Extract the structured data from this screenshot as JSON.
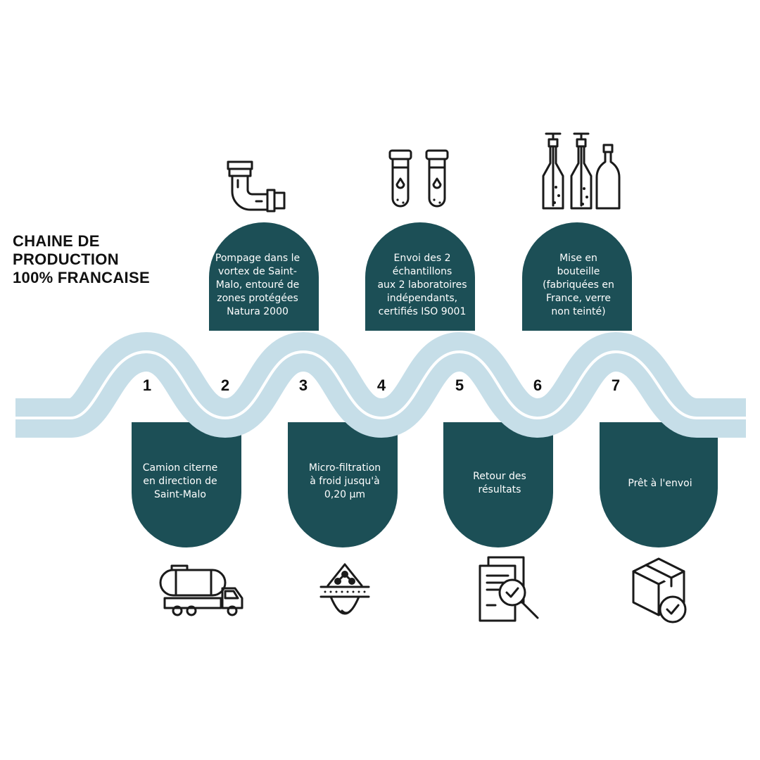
{
  "title_lines": [
    "CHAINE DE",
    "PRODUCTION",
    "100% FRANCAISE"
  ],
  "colors": {
    "accent": "#1c4f56",
    "river": "#c6dee8",
    "line": "#ffffff",
    "icon": "#1a1a1a",
    "icon_accent": "#e5e5e5"
  },
  "steps": [
    {
      "number": "1",
      "lines": [
        "Camion citerne",
        "en direction de",
        "Saint-Malo"
      ],
      "icon": "tanker-truck-icon"
    },
    {
      "number": "2",
      "lines": [
        "Pompage dans le",
        "vortex de Saint-",
        "Malo, entouré de",
        "zones protégées",
        "Natura 2000"
      ],
      "icon": "pipe-icon"
    },
    {
      "number": "3",
      "lines": [
        "Micro-filtration",
        "à froid jusqu'à",
        "0,20 µm"
      ],
      "icon": "filtration-drop-icon"
    },
    {
      "number": "4",
      "lines": [
        "Envoi des 2",
        "échantillons",
        "aux 2 laboratoires",
        "indépendants,",
        "certifiés ISO 9001"
      ],
      "icon": "test-tubes-icon"
    },
    {
      "number": "5",
      "lines": [
        "Retour des",
        "résultats"
      ],
      "icon": "document-check-icon"
    },
    {
      "number": "6",
      "lines": [
        "Mise en",
        "bouteille",
        "(fabriquées en",
        "France, verre",
        "non teinté)"
      ],
      "icon": "bottles-icon"
    },
    {
      "number": "7",
      "lines": [
        "Prêt à l'envoi"
      ],
      "icon": "box-check-icon"
    }
  ]
}
